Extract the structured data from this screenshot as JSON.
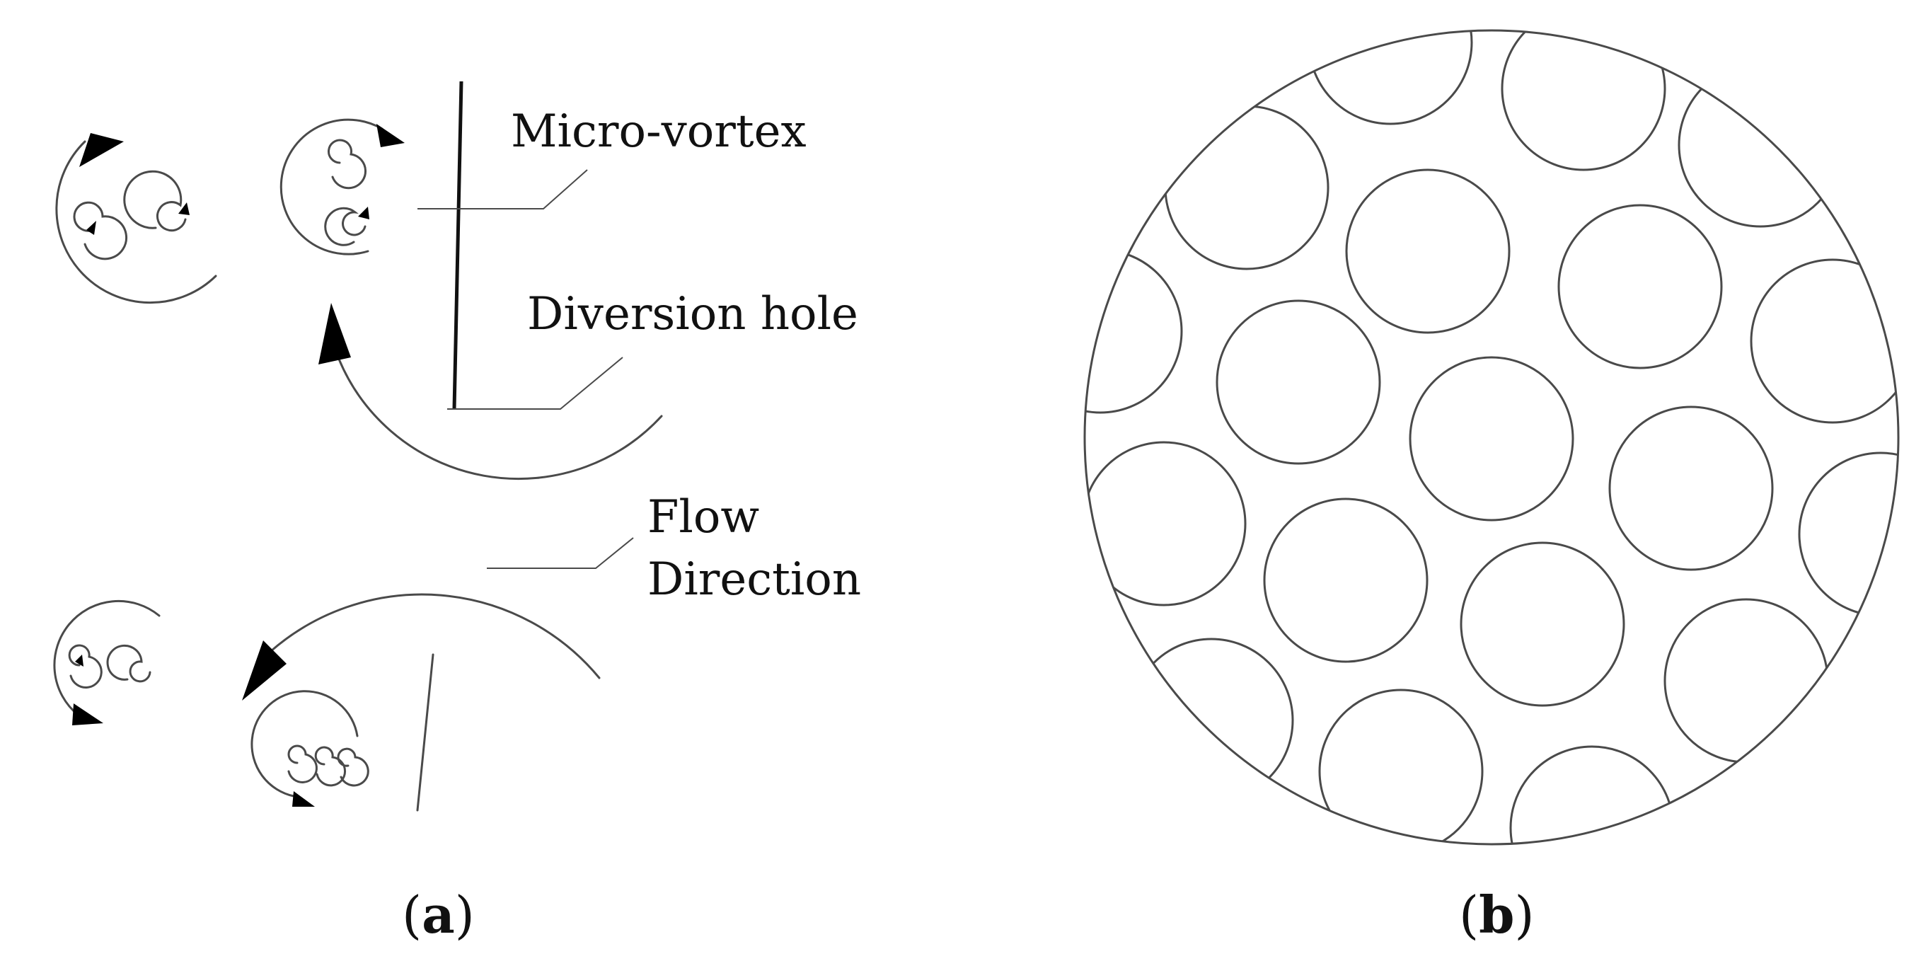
{
  "panel_a": {
    "label_micro_vortex": "Micro-vortex",
    "label_diversion_hole": "Diversion hole",
    "label_flow_line1": "Flow",
    "label_flow_line2": "Direction",
    "caption_open": "(",
    "caption_letter": "a",
    "caption_close": ")"
  },
  "panel_b": {
    "caption_open": "(",
    "caption_letter": "b",
    "caption_close": ")"
  },
  "colors": {
    "line": "#4a4a4a",
    "arrow": "#000000",
    "text": "#111111"
  }
}
